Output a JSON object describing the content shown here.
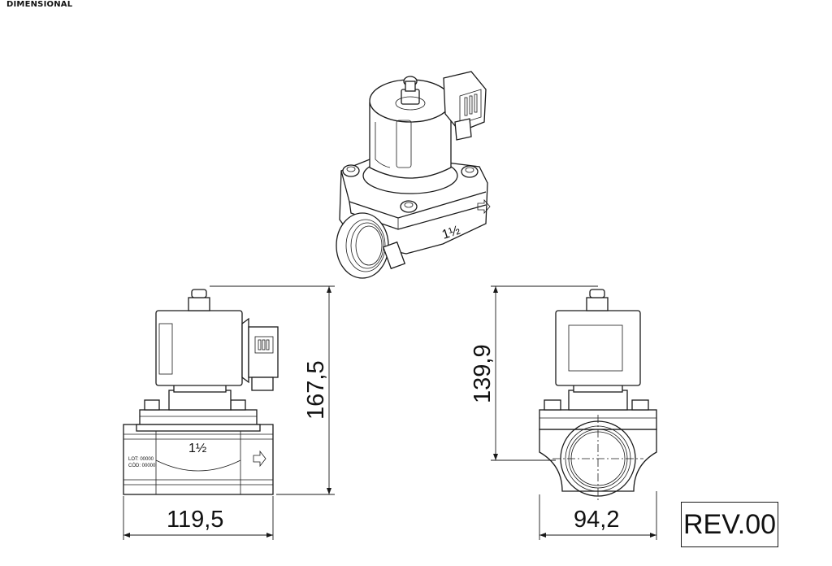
{
  "heading": "DIMENSIONAL",
  "dimensions": {
    "width_front": "119,5",
    "height_front": "167,5",
    "width_side": "94,2",
    "height_side": "139,9"
  },
  "body_markings": {
    "port_size_front": "1½",
    "port_size_iso": "1½",
    "label_line_1": "LOT: 00000",
    "label_line_2": "CÓD: 00000"
  },
  "revision": "REV.00"
}
